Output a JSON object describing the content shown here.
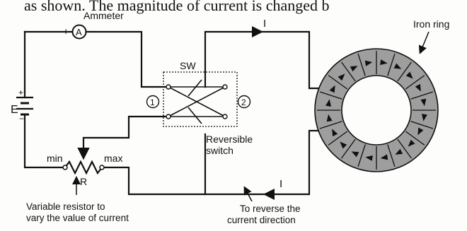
{
  "top_text": "as shown. The magnitude of current is changed b",
  "labels": {
    "ammeter": "Ammeter",
    "ammeter_symbol": "A",
    "plus": "+",
    "minus": "−",
    "source": "E",
    "sw": "SW",
    "position_1": "1",
    "position_2": "2",
    "reversible_switch_line1": "Reversible",
    "reversible_switch_line2": "switch",
    "current_top": "I",
    "current_bottom": "I",
    "iron_ring": "Iron ring",
    "min": "min",
    "max": "max",
    "resistor": "R",
    "variable_resistor_line1": "Variable resistor to",
    "variable_resistor_line2": "vary the value of current",
    "reverse_line1": "To reverse the",
    "reverse_line2": "current direction"
  },
  "colors": {
    "line": "#111111",
    "ring_fill": "#9e9e9e",
    "background": "#fdfdfb"
  },
  "ring_arrow_count": 20
}
